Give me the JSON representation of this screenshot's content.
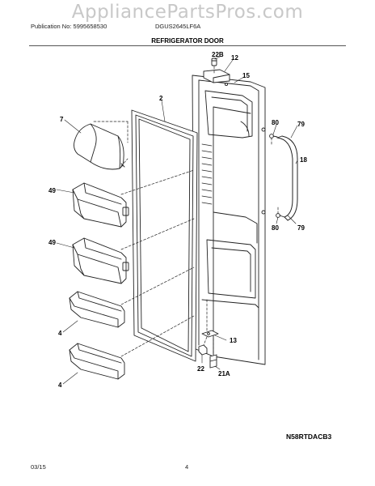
{
  "watermark": "AppliancePartsPros.com",
  "header": {
    "publication": "Publication No: 5995658530",
    "model": "DGUS2645LF6A",
    "title": "REFRIGERATOR DOOR"
  },
  "callouts": {
    "p22b": "22B",
    "p12": "12",
    "p15": "15",
    "p2": "2",
    "p7": "7",
    "p80a": "80",
    "p79a": "79",
    "p18": "18",
    "p49a": "49",
    "p80b": "80",
    "p79b": "79",
    "p49b": "49",
    "p4a": "4",
    "p13": "13",
    "p4b": "4",
    "p22": "22",
    "p21a": "21A"
  },
  "diagram_code": "N58RTDACB3",
  "footer": {
    "date": "03/15",
    "page": "4"
  }
}
